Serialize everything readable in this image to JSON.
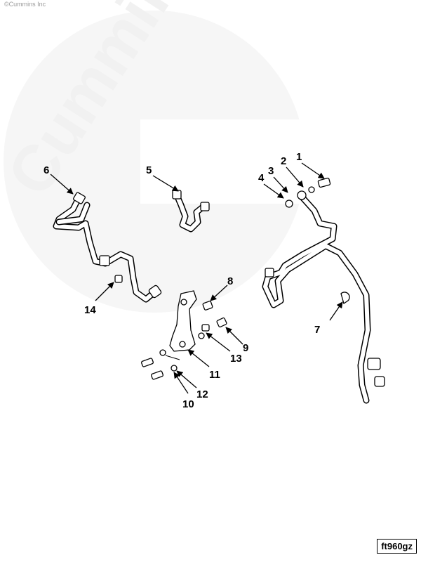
{
  "copyright": "©Cummins Inc",
  "watermark": {
    "text": "Cummins",
    "color": "#f1f1f1"
  },
  "figure_id": "ft960gz",
  "callouts": [
    {
      "label": "1"
    },
    {
      "label": "2"
    },
    {
      "label": "3"
    },
    {
      "label": "4"
    },
    {
      "label": "5"
    },
    {
      "label": "6"
    },
    {
      "label": "7"
    },
    {
      "label": "8"
    },
    {
      "label": "9"
    },
    {
      "label": "10"
    },
    {
      "label": "11"
    },
    {
      "label": "12"
    },
    {
      "label": "13"
    },
    {
      "label": "14"
    }
  ]
}
